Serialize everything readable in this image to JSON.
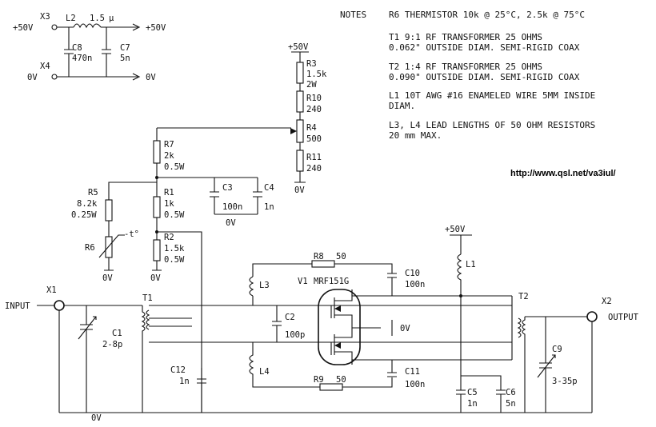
{
  "notes": {
    "heading": "NOTES",
    "lines": [
      "R6 THERMISTOR 10k @ 25°C, 2.5k @ 75°C",
      "T1 9:1 RF TRANSFORMER 25 OHMS",
      "0.062\" OUTSIDE DIAM. SEMI-RIGID COAX",
      "T2 1:4 RF TRANSFORMER 25 OHMS",
      "0.090\" OUTSIDE DIAM. SEMI-RIGID COAX",
      "L1 10T AWG #16 ENAMELED WIRE 5MM INSIDE",
      "DIAM.",
      "L3, L4 LEAD LENGTHS OF 50 OHM RESISTORS",
      "20 mm MAX."
    ]
  },
  "url": "http://www.qsl.net/va3iul/",
  "supply": {
    "x3": "X3",
    "x4": "X4",
    "plus50_in": "+50V",
    "zero_in": "0V",
    "plus50_out": "+50V",
    "zero_out": "0V",
    "l2": "L2",
    "l2_val": "1.5",
    "l2_unit": "μ",
    "c8": "C8",
    "c8_val": "470n",
    "c7": "C7",
    "c7_val": "5n"
  },
  "bias": {
    "plus50": "+50V",
    "r3": "R3",
    "r3_val": "1.5k",
    "r3_w": "2W",
    "r10": "R10",
    "r10_val": "240",
    "r4": "R4",
    "r4_val": "500",
    "r11": "R11",
    "r11_val": "240",
    "gnd_r11": "0V",
    "r7": "R7",
    "r7_val": "2k",
    "r7_w": "0.5W",
    "r5": "R5",
    "r5_val": "8.2k",
    "r5_w": "0.25W",
    "r6": "R6",
    "r6_tc": "-t°",
    "r1": "R1",
    "r1_val": "1k",
    "r1_w": "0.5W",
    "r2": "R2",
    "r2_val": "1.5k",
    "r2_w": "0.5W",
    "c3": "C3",
    "c3_val": "100n",
    "c4": "C4",
    "c4_val": "1n",
    "gnd_c3c4": "0V",
    "gnd_r6": "0V",
    "gnd_r2": "0V"
  },
  "rf": {
    "input": "INPUT",
    "x1": "X1",
    "t1": "T1",
    "c1": "C1",
    "c1_val": "2-8p",
    "gnd_bottom": "0V",
    "c12": "C12",
    "c12_val": "1n",
    "l3": "L3",
    "l4": "L4",
    "c2": "C2",
    "c2_val": "100p",
    "r8": "R8",
    "r8_val": "50",
    "r9": "R9",
    "r9_val": "50",
    "v1": "V1",
    "v1_part": "MRF151G",
    "gnd_v1": "0V",
    "c10": "C10",
    "c10_val": "100n",
    "c11": "C11",
    "c11_val": "100n",
    "plus50": "+50V",
    "l1": "L1",
    "c5": "C5",
    "c5_val": "1n",
    "c6": "C6",
    "c6_val": "5n",
    "t2": "T2",
    "c9": "C9",
    "c9_val": "3-35p",
    "x2": "X2",
    "output": "OUTPUT"
  }
}
